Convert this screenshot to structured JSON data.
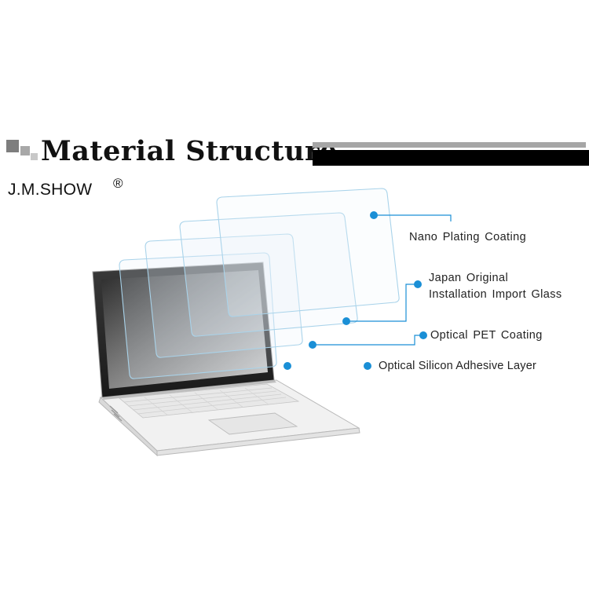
{
  "header": {
    "title": "Material Structure",
    "brand": "J.M.SHOW",
    "brand_mark": "®"
  },
  "layers": [
    {
      "lines": [
        "Nano Plating Coating"
      ]
    },
    {
      "lines": [
        "Japan Original",
        "Installation Import Glass"
      ]
    },
    {
      "lines": [
        "Optical PET Coating"
      ]
    },
    {
      "lines": [
        "Optical Silicon Adhesive Layer"
      ]
    }
  ],
  "colors": {
    "accent": "#1a8fd6",
    "title": "#111111",
    "bar_dark": "#000000",
    "bar_light": "#a6a6a6",
    "film_edge": "#a9d3ea"
  },
  "icons": [
    "laptop-icon",
    "glass-layer-icon"
  ]
}
